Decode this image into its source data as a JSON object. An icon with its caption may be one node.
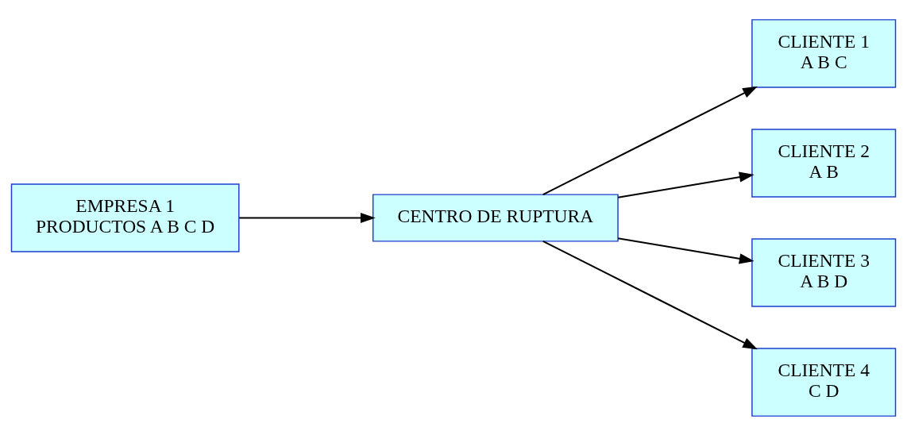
{
  "diagram": {
    "nodes": [
      {
        "text": [
          "EMPRESA 1",
          "PRODUCTOS A B C D"
        ]
      },
      {
        "text": [
          "CENTRO DE RUPTURA"
        ]
      },
      {
        "text": [
          "CLIENTE 1",
          "A B C"
        ]
      },
      {
        "text": [
          "CLIENTE 2",
          "A B"
        ]
      },
      {
        "text": [
          "CLIENTE 3",
          "A B D"
        ]
      },
      {
        "text": [
          "CLIENTE 4",
          "C D"
        ]
      }
    ],
    "edges": [
      {
        "from": 0,
        "to": 1,
        "arrow": "to"
      },
      {
        "from": 1,
        "to": 2,
        "arrow": "to"
      },
      {
        "from": 1,
        "to": 3,
        "arrow": "to"
      },
      {
        "from": 1,
        "to": 4,
        "arrow": "to"
      },
      {
        "from": 1,
        "to": 5,
        "arrow": "to"
      }
    ]
  }
}
